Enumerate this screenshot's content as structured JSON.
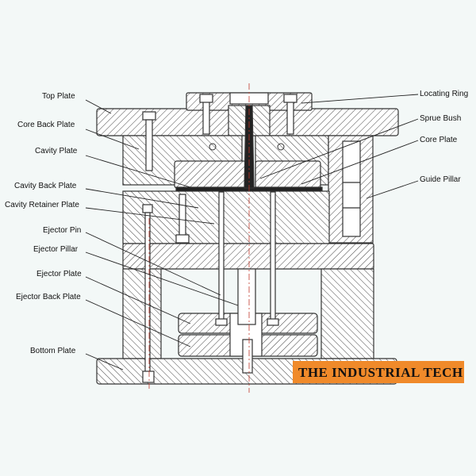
{
  "labels_left": [
    {
      "key": "top_plate",
      "text": "Top Plate"
    },
    {
      "key": "core_back_plate",
      "text": "Core Back Plate"
    },
    {
      "key": "cavity_plate",
      "text": "Cavity Plate"
    },
    {
      "key": "cavity_back_plate",
      "text": "Cavity Back Plate"
    },
    {
      "key": "cavity_retainer_plate",
      "text": "Cavity Retainer Plate"
    },
    {
      "key": "ejector_pin",
      "text": "Ejector Pin"
    },
    {
      "key": "ejector_pillar",
      "text": "Ejector Pillar"
    },
    {
      "key": "ejector_plate",
      "text": "Ejector Plate"
    },
    {
      "key": "ejector_back_plate",
      "text": "Ejector Back Plate"
    },
    {
      "key": "bottom_plate",
      "text": "Bottom Plate"
    }
  ],
  "labels_right": [
    {
      "key": "locating_ring",
      "text": "Locating Ring"
    },
    {
      "key": "sprue_bush",
      "text": "Sprue Bush"
    },
    {
      "key": "core_plate",
      "text": "Core Plate"
    },
    {
      "key": "guide_pillar",
      "text": "Guide Pillar"
    }
  ],
  "banner": {
    "text": "THE INDUSTRIAL TECH",
    "color": "#f08a2a"
  },
  "colors": {
    "background": "#f3f8f7",
    "plate_fill": "#ffffff",
    "hatch": "#444444",
    "centerline": "#c0392b"
  }
}
